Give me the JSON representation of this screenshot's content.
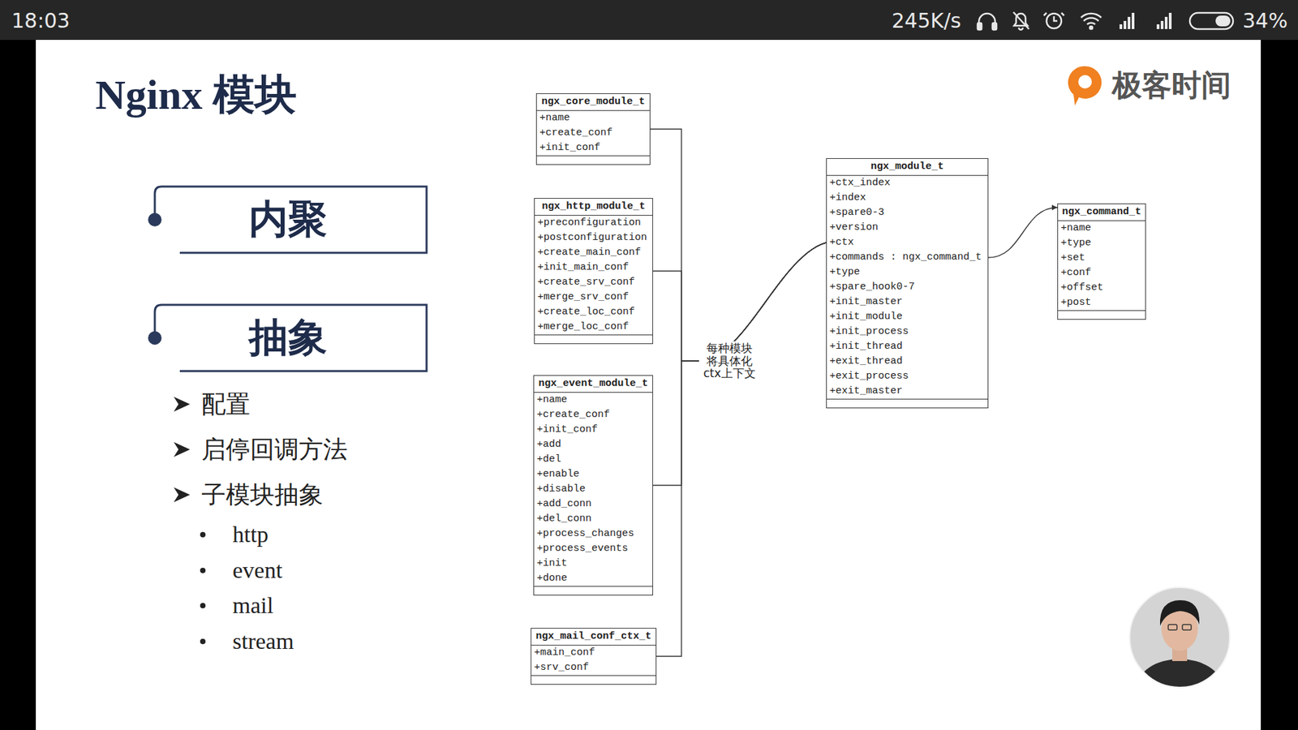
{
  "diagram": {
    "title": "Nginx 模块",
    "nodes": [
      {
        "text": [
          "内聚"
        ]
      },
      {
        "text": [
          "抽象"
        ]
      },
      {
        "text": [
          "ngx_core_module_t",
          "+name",
          "+create_conf",
          "+init_conf"
        ]
      },
      {
        "text": [
          "ngx_http_module_t",
          "+preconfiguration",
          "+postconfiguration",
          "+create_main_conf",
          "+init_main_conf",
          "+create_srv_conf",
          "+merge_srv_conf",
          "+create_loc_conf",
          "+merge_loc_conf"
        ]
      },
      {
        "text": [
          "ngx_event_module_t",
          "+name",
          "+create_conf",
          "+init_conf",
          "+add",
          "+del",
          "+enable",
          "+disable",
          "+add_conn",
          "+del_conn",
          "+process_changes",
          "+process_events",
          "+init",
          "+done"
        ]
      },
      {
        "text": [
          "ngx_mail_conf_ctx_t",
          "+main_conf",
          "+srv_conf"
        ]
      },
      {
        "text": [
          "ngx_module_t",
          "+ctx_index",
          "+index",
          "+spare0-3",
          "+version",
          "+ctx",
          "+commands : ngx_command_t",
          "+type",
          "+spare_hook0-7",
          "+init_master",
          "+init_module",
          "+init_process",
          "+init_thread",
          "+exit_thread",
          "+exit_process",
          "+exit_master"
        ]
      },
      {
        "text": [
          "ngx_command_t",
          "+name",
          "+type",
          "+set",
          "+conf",
          "+offset",
          "+post"
        ]
      }
    ],
    "edges": [
      {
        "from": 2,
        "to": 6,
        "arrow": "none"
      },
      {
        "from": 3,
        "to": 6,
        "arrow": "none"
      },
      {
        "from": 4,
        "to": 6,
        "arrow": "none"
      },
      {
        "from": 5,
        "to": 6,
        "arrow": "none"
      },
      {
        "from": 6,
        "to": 7,
        "arrow": "to"
      }
    ],
    "labels": [
      "18:03",
      "245K/s",
      "34%",
      "配置",
      "启停回调方法",
      "子模块抽象",
      "http",
      "event",
      "mail",
      "stream",
      "每种模块 将具体化 ctx上下文",
      "极客时间"
    ]
  }
}
